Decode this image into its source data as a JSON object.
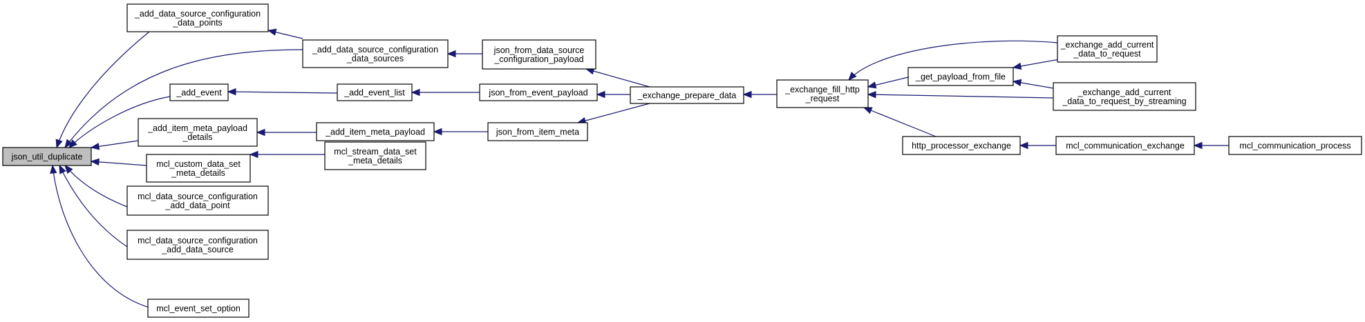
{
  "graph": {
    "root": "n_json_util_duplicate",
    "colors": {
      "edge": "#191970",
      "root_fill": "#bfbfbf",
      "node_fill": "#ffffff",
      "node_border": "#000000"
    },
    "nodes": [
      {
        "id": "n_json_util_duplicate",
        "lines": [
          "json_util_duplicate"
        ],
        "highlight": true
      },
      {
        "id": "n_add_ds_cfg_dp",
        "lines": [
          "_add_data_source_configuration",
          "_data_points"
        ]
      },
      {
        "id": "n_add_ds_cfg_ds",
        "lines": [
          "_add_data_source_configuration",
          "_data_sources"
        ]
      },
      {
        "id": "n_add_event",
        "lines": [
          "_add_event"
        ]
      },
      {
        "id": "n_add_item_meta_payload_details",
        "lines": [
          "_add_item_meta_payload",
          "_details"
        ]
      },
      {
        "id": "n_mcl_custom_data_set_meta_details",
        "lines": [
          "mcl_custom_data_set",
          "_meta_details"
        ]
      },
      {
        "id": "n_mcl_ds_cfg_add_dp",
        "lines": [
          "mcl_data_source_configuration",
          "_add_data_point"
        ]
      },
      {
        "id": "n_mcl_ds_cfg_add_ds",
        "lines": [
          "mcl_data_source_configuration",
          "_add_data_source"
        ]
      },
      {
        "id": "n_mcl_event_set_option",
        "lines": [
          "mcl_event_set_option"
        ]
      },
      {
        "id": "n_json_from_ds_cfg_payload",
        "lines": [
          "json_from_data_source",
          "_configuration_payload"
        ]
      },
      {
        "id": "n_add_event_list",
        "lines": [
          "_add_event_list"
        ]
      },
      {
        "id": "n_add_item_meta_payload",
        "lines": [
          "_add_item_meta_payload"
        ]
      },
      {
        "id": "n_mcl_stream_data_set_meta_details",
        "lines": [
          "mcl_stream_data_set",
          "_meta_details"
        ]
      },
      {
        "id": "n_json_from_event_payload",
        "lines": [
          "json_from_event_payload"
        ]
      },
      {
        "id": "n_json_from_item_meta",
        "lines": [
          "json_from_item_meta"
        ]
      },
      {
        "id": "n_exchange_prepare_data",
        "lines": [
          "_exchange_prepare_data"
        ]
      },
      {
        "id": "n_exchange_fill_http_request",
        "lines": [
          "_exchange_fill_http",
          "_request"
        ]
      },
      {
        "id": "n_get_payload_from_file",
        "lines": [
          "_get_payload_from_file"
        ]
      },
      {
        "id": "n_http_processor_exchange",
        "lines": [
          "http_processor_exchange"
        ]
      },
      {
        "id": "n_exchange_add_current_data_to_request",
        "lines": [
          "_exchange_add_current",
          "_data_to_request"
        ]
      },
      {
        "id": "n_exchange_add_current_data_to_request_by_streaming",
        "lines": [
          "_exchange_add_current",
          "_data_to_request_by_streaming"
        ]
      },
      {
        "id": "n_mcl_communication_exchange",
        "lines": [
          "mcl_communication_exchange"
        ]
      },
      {
        "id": "n_mcl_communication_process",
        "lines": [
          "mcl_communication_process"
        ]
      }
    ],
    "edges": [
      {
        "from": "n_add_ds_cfg_dp",
        "to": "n_json_util_duplicate"
      },
      {
        "from": "n_add_ds_cfg_ds",
        "to": "n_json_util_duplicate"
      },
      {
        "from": "n_add_event",
        "to": "n_json_util_duplicate"
      },
      {
        "from": "n_add_item_meta_payload_details",
        "to": "n_json_util_duplicate"
      },
      {
        "from": "n_mcl_custom_data_set_meta_details",
        "to": "n_json_util_duplicate"
      },
      {
        "from": "n_mcl_ds_cfg_add_dp",
        "to": "n_json_util_duplicate"
      },
      {
        "from": "n_mcl_ds_cfg_add_ds",
        "to": "n_json_util_duplicate"
      },
      {
        "from": "n_mcl_event_set_option",
        "to": "n_json_util_duplicate"
      },
      {
        "from": "n_add_ds_cfg_ds",
        "to": "n_add_ds_cfg_dp"
      },
      {
        "from": "n_json_from_ds_cfg_payload",
        "to": "n_add_ds_cfg_ds"
      },
      {
        "from": "n_add_event_list",
        "to": "n_add_event"
      },
      {
        "from": "n_add_item_meta_payload",
        "to": "n_add_item_meta_payload_details"
      },
      {
        "from": "n_mcl_stream_data_set_meta_details",
        "to": "n_mcl_custom_data_set_meta_details"
      },
      {
        "from": "n_json_from_event_payload",
        "to": "n_add_event_list"
      },
      {
        "from": "n_json_from_item_meta",
        "to": "n_add_item_meta_payload"
      },
      {
        "from": "n_exchange_prepare_data",
        "to": "n_json_from_ds_cfg_payload"
      },
      {
        "from": "n_exchange_prepare_data",
        "to": "n_json_from_event_payload"
      },
      {
        "from": "n_exchange_prepare_data",
        "to": "n_json_from_item_meta"
      },
      {
        "from": "n_exchange_fill_http_request",
        "to": "n_exchange_prepare_data"
      },
      {
        "from": "n_get_payload_from_file",
        "to": "n_exchange_fill_http_request"
      },
      {
        "from": "n_exchange_add_current_data_to_request",
        "to": "n_exchange_fill_http_request"
      },
      {
        "from": "n_exchange_add_current_data_to_request_by_streaming",
        "to": "n_exchange_fill_http_request"
      },
      {
        "from": "n_http_processor_exchange",
        "to": "n_exchange_fill_http_request"
      },
      {
        "from": "n_exchange_add_current_data_to_request",
        "to": "n_get_payload_from_file"
      },
      {
        "from": "n_exchange_add_current_data_to_request_by_streaming",
        "to": "n_get_payload_from_file"
      },
      {
        "from": "n_mcl_communication_exchange",
        "to": "n_http_processor_exchange"
      },
      {
        "from": "n_mcl_communication_process",
        "to": "n_mcl_communication_exchange"
      }
    ]
  }
}
